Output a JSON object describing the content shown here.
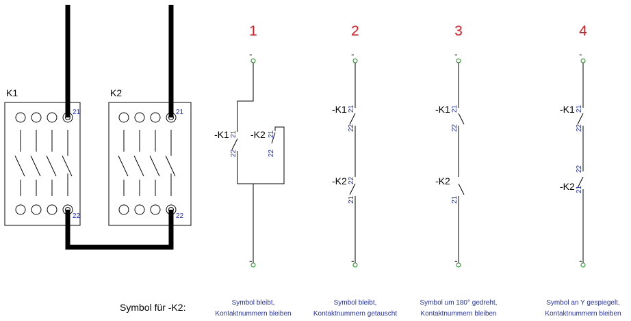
{
  "relays": [
    {
      "name": "K1",
      "contact_top": "21",
      "contact_bottom": "22"
    },
    {
      "name": "K2",
      "contact_top": "21",
      "contact_bottom": "22"
    }
  ],
  "variants": [
    {
      "number": "1",
      "caption_line1": "Symbol bleibt,",
      "caption_line2": "Kontaktnummern bleiben"
    },
    {
      "number": "2",
      "caption_line1": "Symbol bleibt,",
      "caption_line2": "Kontaktnummern getauscht"
    },
    {
      "number": "3",
      "caption_line1": "Symbol um 180° gedreht,",
      "caption_line2": "Kontaktnummern bleiben"
    },
    {
      "number": "4",
      "caption_line1": "Symbol an Y gespiegelt,",
      "caption_line2": "Kontaktnummern bleiben"
    }
  ],
  "labels": {
    "k1": "-K1",
    "k2": "-K2",
    "c21": "21",
    "c22": "22",
    "minus": "-",
    "symbol_for": "Symbol für -K2:"
  },
  "colors": {
    "number": "#e8141c",
    "contact_numbers": "#2030c8",
    "terminal": "#1a8a1a"
  }
}
